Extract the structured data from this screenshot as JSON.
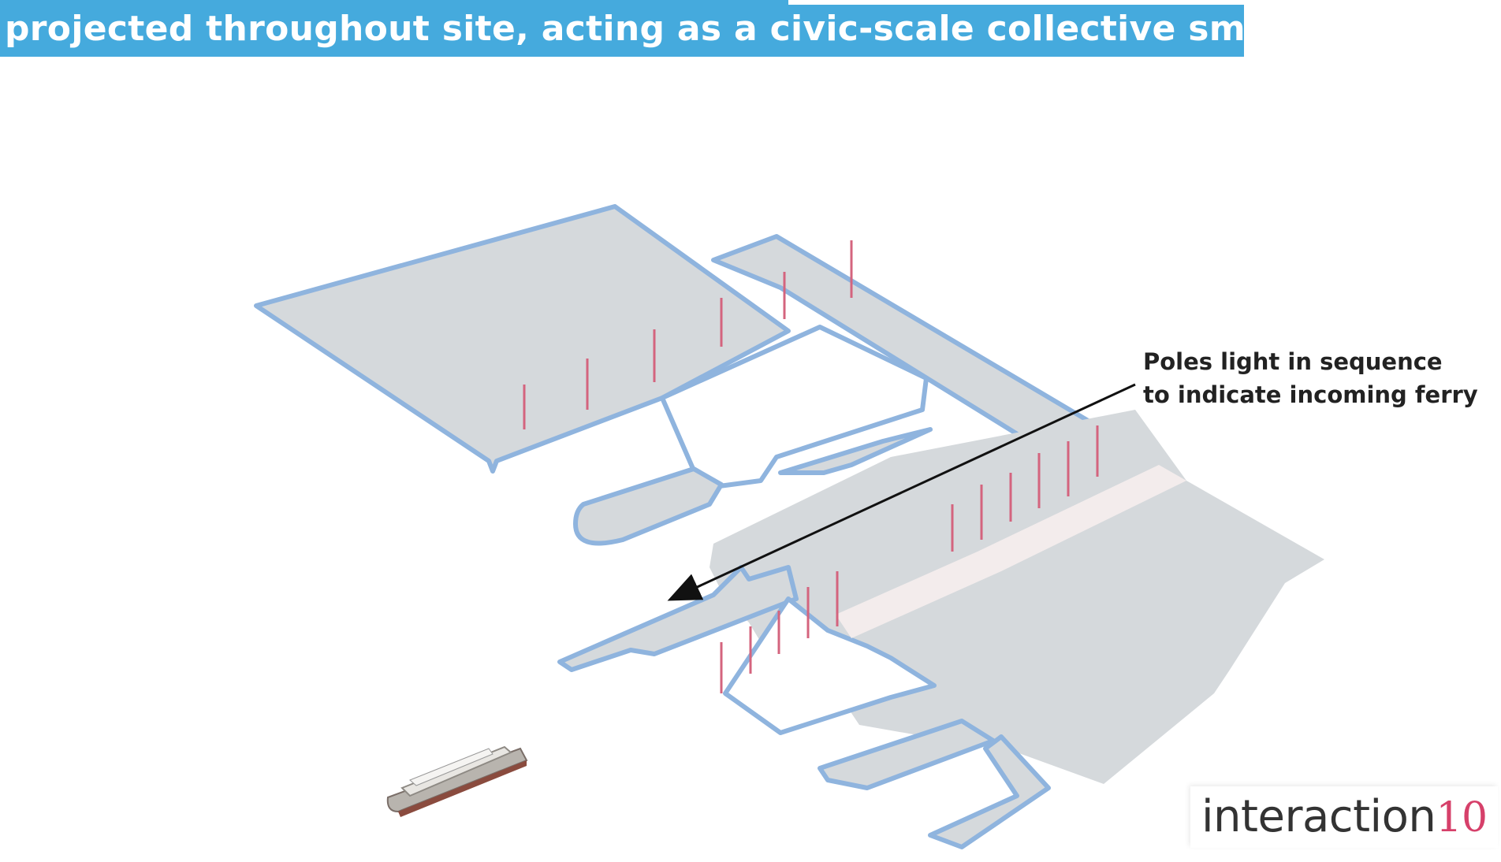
{
  "caption": {
    "text": "projected throughout site, acting as a civic-scale collective smart meter",
    "background_color": "#45aadd"
  },
  "annotation": {
    "line1": "Poles light in sequence",
    "line2": "to indicate incoming ferry"
  },
  "logo": {
    "word": "interaction",
    "number": "10",
    "number_color": "#d6406a"
  },
  "colors": {
    "land": "#d5d9dc",
    "outline": "#8fb4de",
    "poles": "#d4647e",
    "promenade": "#f3ecec",
    "arrow": "#111111"
  },
  "icons": [
    "ferry-icon",
    "light-pole-icon",
    "arrow-icon"
  ]
}
